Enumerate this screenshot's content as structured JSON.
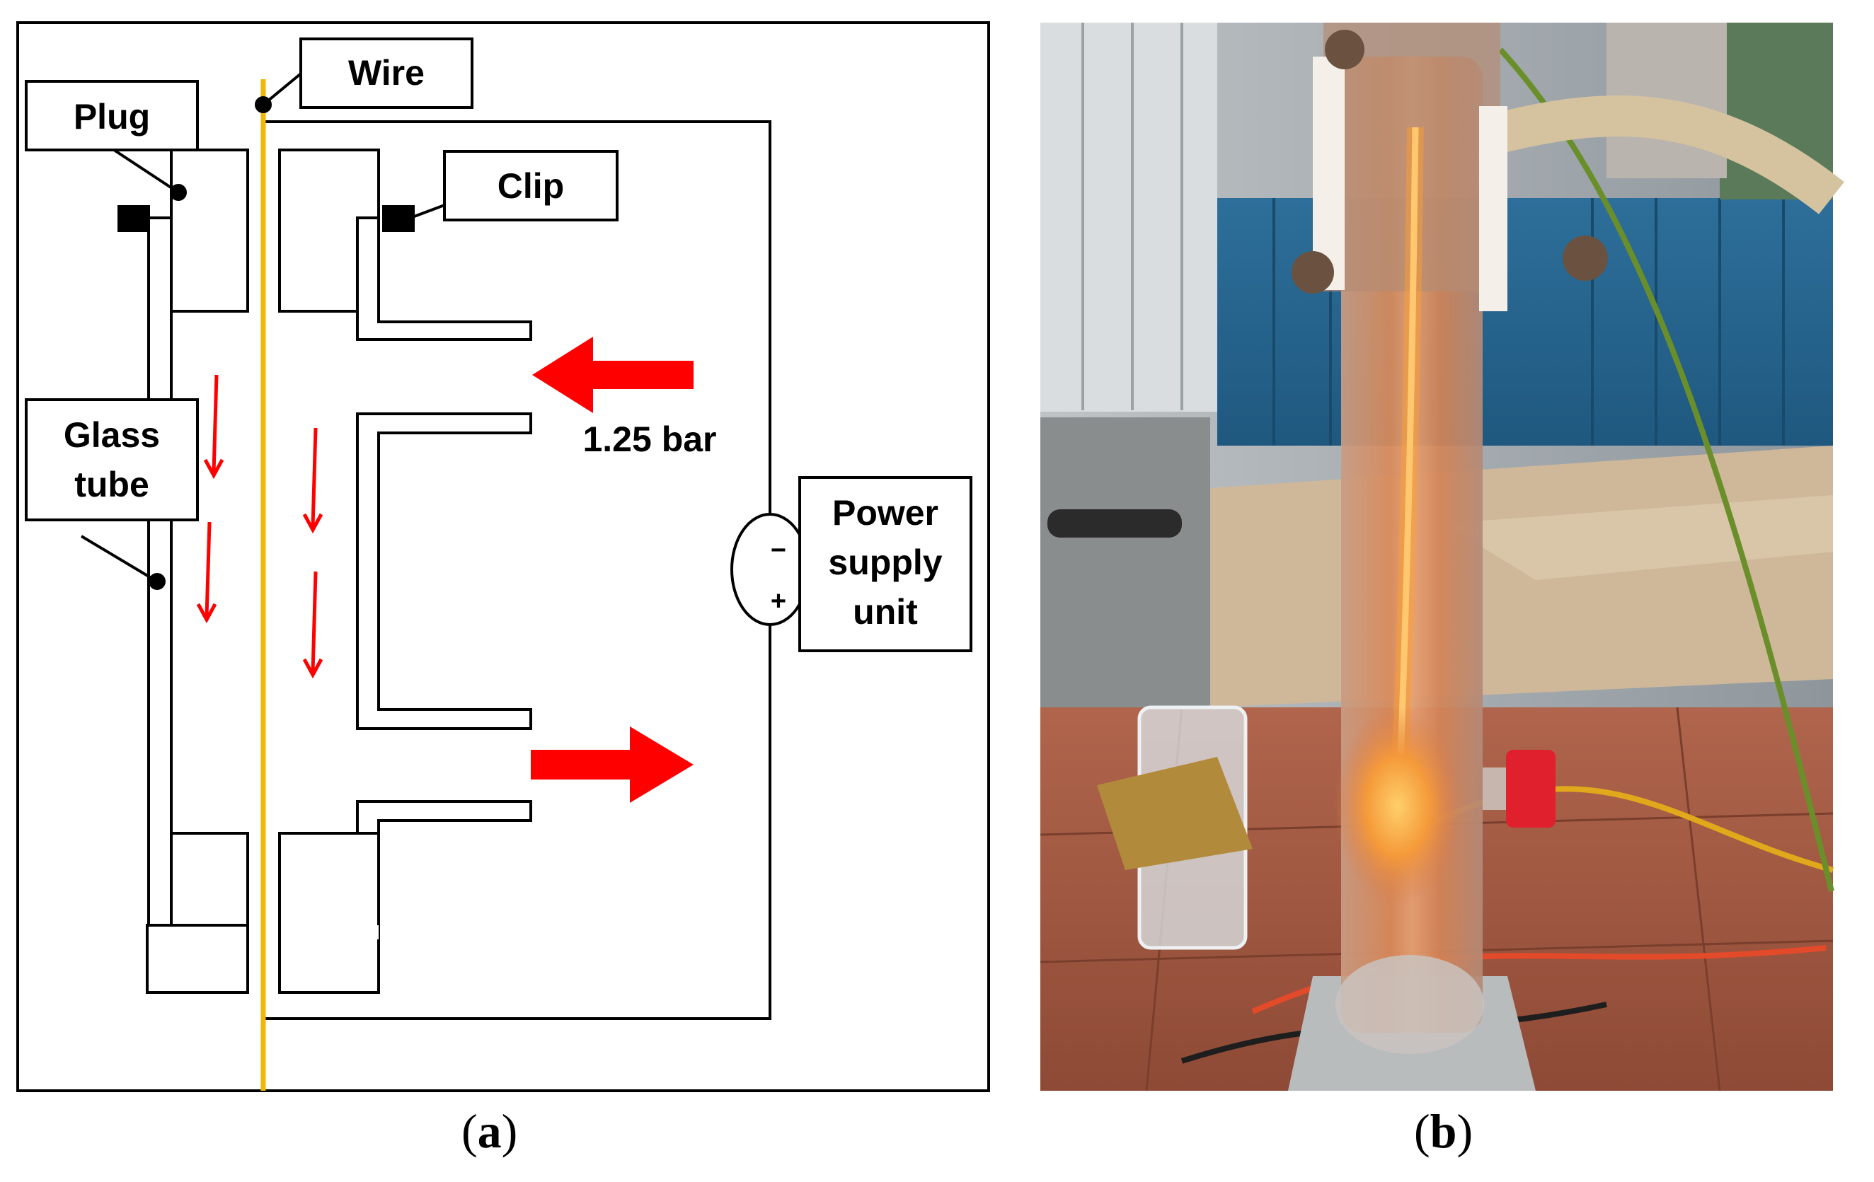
{
  "panel_a": {
    "labels": {
      "wire": "Wire",
      "plug": "Plug",
      "clip": "Clip",
      "glass_tube_line1": "Glass",
      "glass_tube_line2": "tube",
      "pressure": "1.25 bar",
      "power_line1": "Power",
      "power_line2": "supply",
      "power_line3": "unit",
      "minus": "−",
      "plus": "+"
    },
    "caption_open": "(",
    "caption_letter": "a",
    "caption_close": ")",
    "colors": {
      "wire": "#f2b705",
      "arrow": "#ff0000",
      "outline": "#000000"
    }
  },
  "panel_b": {
    "caption_open": "(",
    "caption_letter": "b",
    "caption_close": ")",
    "photo_description_icon": "glow-discharge-tube-photo"
  }
}
